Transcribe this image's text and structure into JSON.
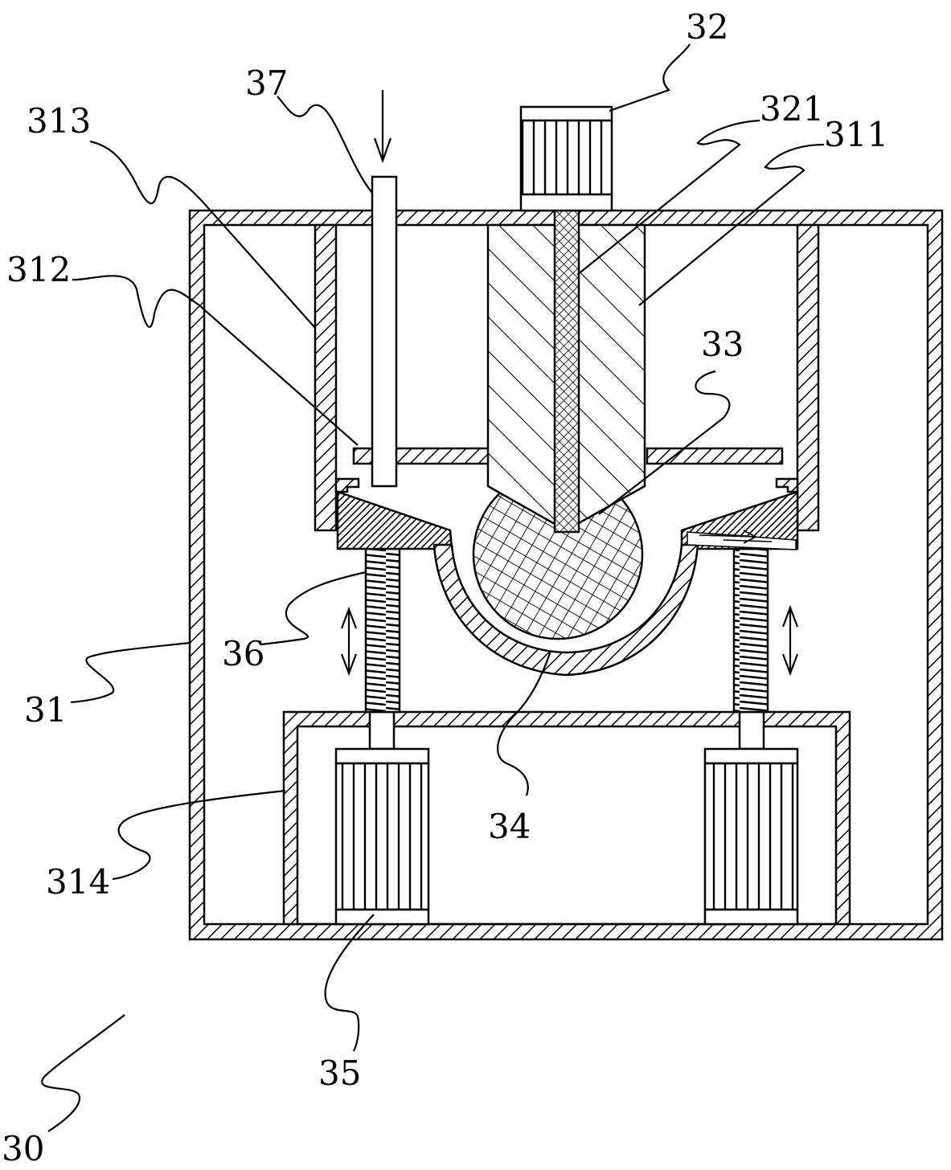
{
  "figure": {
    "labels": {
      "l30": "30",
      "l31": "31",
      "l32": "32",
      "l33": "33",
      "l34": "34",
      "l35": "35",
      "l36": "36",
      "l37": "37",
      "l311": "311",
      "l312": "312",
      "l313": "313",
      "l314": "314",
      "l321": "321"
    }
  }
}
